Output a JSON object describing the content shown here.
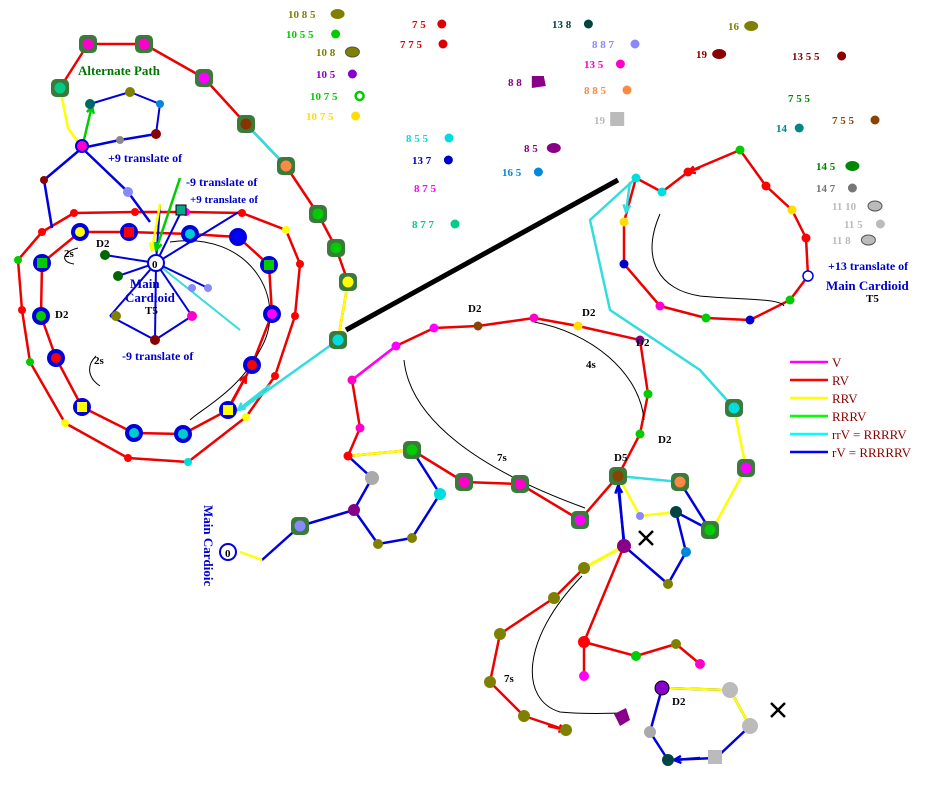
{
  "labels": {
    "alternate_path": "Alternate Path",
    "plus9_a": "+9 translate of",
    "minus9_a": "-9 translate of",
    "plus9_b": "+9 translate of",
    "main_cardioid_1": "Main",
    "main_cardioid_2": "Cardioid",
    "t5_left": "T5",
    "minus9_b": "-9 translate of",
    "d2_a": "D2",
    "d2_b": "D2",
    "two_s_a": "2s",
    "two_s_b": "2s",
    "main_cardioid_vertical": "Main Cardioic",
    "zero_left": "0",
    "zero_bottom": "0",
    "d2_mid1": "D2",
    "d2_mid2": "D2",
    "d2_mid3": "D2",
    "d2_mid4": "D2",
    "d5": "D5",
    "four_s": "4s",
    "seven_s_a": "7s",
    "seven_s_b": "7s",
    "d2_bottom": "D2",
    "plus13": "+13 translate of",
    "main_cardioid_right": "Main Cardioid",
    "t5_right": "T5"
  },
  "key_items": [
    {
      "text": "10 8 5",
      "color": "#808000",
      "icon": "olive-ellipse-icon"
    },
    {
      "text": "10 5 5",
      "color": "#00cc00",
      "icon": "green-dot-icon"
    },
    {
      "text": "10 8",
      "color": "#808000",
      "icon": "olive-striped-icon"
    },
    {
      "text": "10 5",
      "color": "#8800cc",
      "icon": "purple-dot-icon"
    },
    {
      "text": "10 7 5",
      "color": "#00cc00",
      "icon": "green-ring-icon"
    },
    {
      "text": "10 7 5",
      "color": "#ffdd00",
      "icon": "yellow-dot-icon"
    },
    {
      "text": "7 5",
      "color": "#dd0000",
      "icon": "half-red-icon"
    },
    {
      "text": "7 7 5",
      "color": "#dd0000",
      "icon": "red-dot-icon"
    },
    {
      "text": "13 8",
      "color": "#004444",
      "icon": "dark-teal-dot-icon"
    },
    {
      "text": "8 8 7",
      "color": "#8888ff",
      "icon": "lavender-dot-icon"
    },
    {
      "text": "13 5",
      "color": "#ff00cc",
      "icon": "magenta-half-icon"
    },
    {
      "text": "8 8",
      "color": "#880088",
      "icon": "purple-pentagon-icon"
    },
    {
      "text": "8 8 5",
      "color": "#ff8844",
      "icon": "orange-dot-icon"
    },
    {
      "text": "19",
      "color": "#bbbbbb",
      "icon": "grey-square-icon"
    },
    {
      "text": "8 5 5",
      "color": "#00dddd",
      "icon": "cyan-dot-icon"
    },
    {
      "text": "13 7",
      "color": "#0000cc",
      "icon": "blue-dot-icon"
    },
    {
      "text": "8 5",
      "color": "#880088",
      "icon": "purple-ellipse-icon"
    },
    {
      "text": "16 5",
      "color": "#0088dd",
      "icon": "sky-dot-icon"
    },
    {
      "text": "8 7 5",
      "color": "#ff00ff",
      "icon": ""
    },
    {
      "text": "8 7 7",
      "color": "#00cc88",
      "icon": "mint-dot-icon"
    },
    {
      "text": "16",
      "color": "#808000",
      "icon": "olive-ellipse-icon"
    },
    {
      "text": "19",
      "color": "#880000",
      "icon": "maroon-ellipse-icon"
    },
    {
      "text": "13 5 5",
      "color": "#880000",
      "icon": "maroon-dot-icon"
    },
    {
      "text": "7 5 5",
      "color": "#008800",
      "icon": ""
    },
    {
      "text": "14",
      "color": "#008888",
      "icon": "teal-dot-icon"
    },
    {
      "text": "7 5 5",
      "color": "#884400",
      "icon": "brown-dot-icon"
    },
    {
      "text": "14 5",
      "color": "#008800",
      "icon": "dark-green-ellipse-icon"
    },
    {
      "text": "14 7",
      "color": "#777777",
      "icon": "grey-dot-icon"
    },
    {
      "text": "11 10",
      "color": "#bbbbbb",
      "icon": "grey-striped-icon"
    },
    {
      "text": "11 5",
      "color": "#bbbbbb",
      "icon": "grey-dotted-icon"
    },
    {
      "text": "11 8",
      "color": "#bbbbbb",
      "icon": "grey-striped-icon"
    }
  ],
  "legend": [
    {
      "text": "V",
      "color": "#ff00ff"
    },
    {
      "text": "RV",
      "color": "#ff0000"
    },
    {
      "text": "RRV",
      "color": "#ffff00"
    },
    {
      "text": "RRRV",
      "color": "#00ff00"
    },
    {
      "text": "rrV = RRRRV",
      "color": "#00ffff"
    },
    {
      "text": "rV = RRRRRV",
      "color": "#0000ff"
    }
  ],
  "colors": {
    "red": "#ee0000",
    "blue": "#0000dd",
    "yellow": "#ffff00",
    "green": "#00cc00",
    "cyan": "#33dddd",
    "black": "#000000",
    "ring_green": "#337733",
    "label_blue": "#0000cc",
    "label_green": "#007700"
  }
}
